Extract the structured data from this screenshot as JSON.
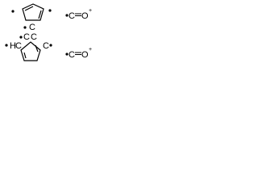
{
  "molecule": {
    "ring_top": {
      "atom_label": "C",
      "radical_dots": 3
    },
    "ring_bottom": {
      "atom_labels": [
        "C",
        "C",
        "C",
        "C"
      ],
      "atom_h_label": "H",
      "radical_dots": 3
    },
    "carbonyl_top": {
      "carbon_label": "C",
      "oxygen_label": "O",
      "charge_label": "+",
      "radical_dot": true
    },
    "carbonyl_bottom": {
      "carbon_label": "C",
      "oxygen_label": "O",
      "charge_label": "+",
      "radical_dot": true
    }
  },
  "colors": {
    "bond": "#000000",
    "text": "#000000",
    "background": "#ffffff"
  }
}
